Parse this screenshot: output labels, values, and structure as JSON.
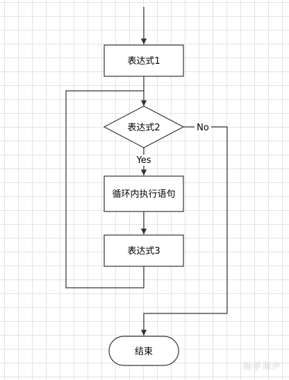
{
  "diagram": {
    "nodes": {
      "expr1": "表达式1",
      "expr2": "表达式2",
      "loop_body": "循环内执行语句",
      "expr3": "表达式3",
      "end": "结束"
    },
    "edge_labels": {
      "no": "No",
      "yes": "Yes"
    }
  },
  "watermark": "知乎用户",
  "colors": {
    "stroke": "#333333",
    "node_fill": "#ffffff",
    "grid": "#e3e3e3"
  }
}
